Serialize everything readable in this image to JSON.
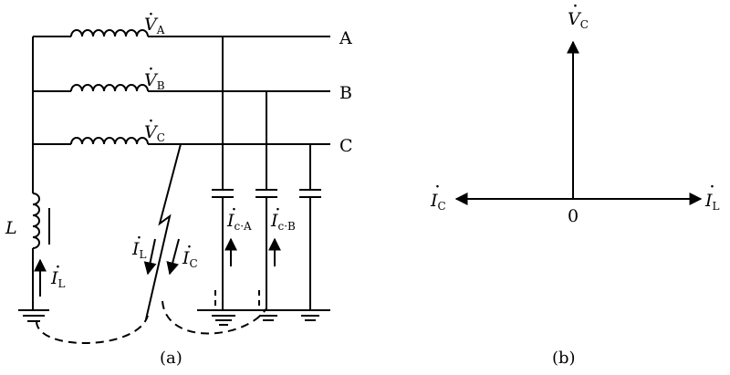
{
  "figure_a": {
    "caption": "(a)",
    "phases": [
      {
        "id": "A",
        "voltage_var": "V",
        "voltage_sub": "A",
        "terminal": "A"
      },
      {
        "id": "B",
        "voltage_var": "V",
        "voltage_sub": "B",
        "terminal": "B"
      },
      {
        "id": "C",
        "voltage_var": "V",
        "voltage_sub": "C",
        "terminal": "C"
      }
    ],
    "inductor_label": "L",
    "currents": {
      "inductor": {
        "var": "I",
        "sub": "L"
      },
      "fault_l": {
        "var": "I",
        "sub": "L"
      },
      "fault_c": {
        "var": "I",
        "sub": "C"
      },
      "cap_a": {
        "var": "I",
        "sub": "c·A"
      },
      "cap_b": {
        "var": "I",
        "sub": "c·B"
      }
    }
  },
  "figure_b": {
    "caption": "(b)",
    "origin_label": "0",
    "vector_up": {
      "var": "V",
      "sub": "C"
    },
    "vector_left": {
      "var": "I",
      "sub": "C"
    },
    "vector_right": {
      "var": "I",
      "sub": "L"
    }
  }
}
